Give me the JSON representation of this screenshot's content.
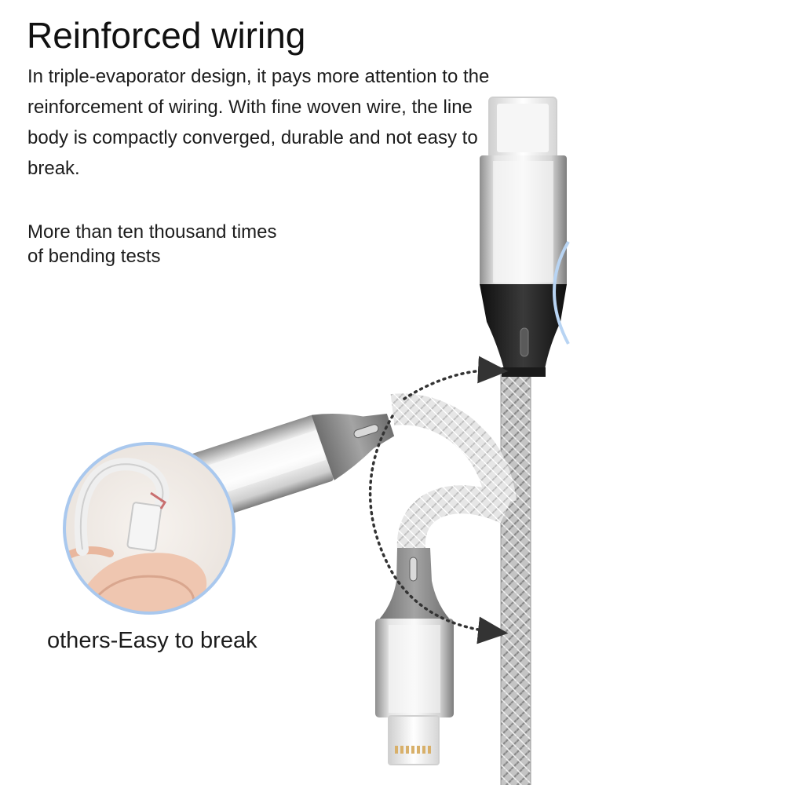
{
  "headline": {
    "title": "Reinforced wiring",
    "description": "In triple-evaporator design, it pays more attention to the reinforcement of wiring. With fine woven wire, the line body is compactly converged, durable and not easy to break."
  },
  "callouts": {
    "bending_tests": "More than ten thousand times of bending tests",
    "others_label": "others-Easy to break"
  },
  "colors": {
    "text": "#1c1c1c",
    "braid": "#b8b8b8",
    "housing_silver": "#c9c9c9",
    "collar_black": "#1e1e1e",
    "collar_gray": "#8a8a8a",
    "lens_ring": "#a9c8ee",
    "arrow": "#333333"
  },
  "icons": {
    "top_connector": "lightning-connector-icon",
    "bent_connector": "bent-connector-icon",
    "bottom_connector": "lightning-connector-icon",
    "broken_cable": "broken-cable-photo",
    "arc_arrow": "dotted-arc-arrow-icon"
  }
}
